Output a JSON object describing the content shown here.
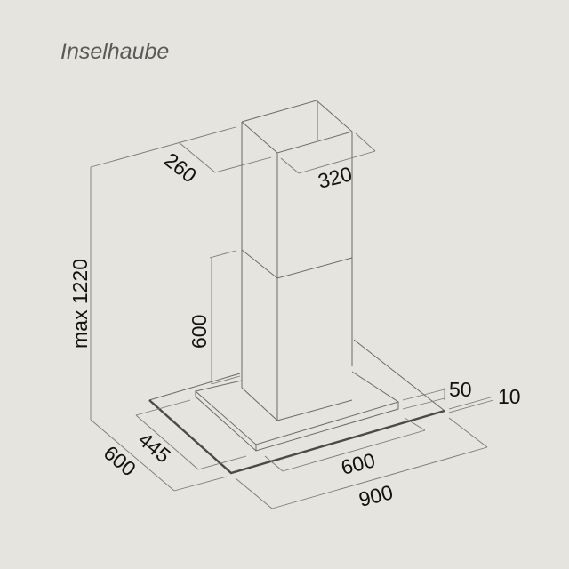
{
  "title": "Inselhaube",
  "dimensions": {
    "height_max": "max 1220",
    "chimney_depth": "260",
    "chimney_width": "320",
    "lower_chimney_height": "600",
    "upper_plate_thickness": "50",
    "glass_thickness": "10",
    "depth_total": "600",
    "depth_inner": "445",
    "width_inner": "600",
    "width_total": "900"
  },
  "colors": {
    "background": "#e5e4de",
    "lines": "#6a6a6a",
    "text": "#111111"
  }
}
